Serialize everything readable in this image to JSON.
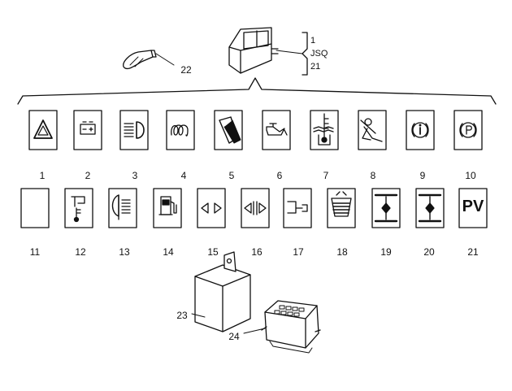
{
  "switch_labels": [
    "1",
    "JSQ",
    "21"
  ],
  "bulb_label": "22",
  "row1": [
    {
      "label": "1",
      "icon": "hazard-warning-icon"
    },
    {
      "label": "2",
      "icon": "battery-icon"
    },
    {
      "label": "3",
      "icon": "headlight-icon"
    },
    {
      "label": "4",
      "icon": "glow-plug-icon"
    },
    {
      "label": "5",
      "icon": "open-door-icon"
    },
    {
      "label": "6",
      "icon": "oil-pressure-icon"
    },
    {
      "label": "7",
      "icon": "coolant-temperature-icon"
    },
    {
      "label": "8",
      "icon": "seat-belt-icon"
    },
    {
      "label": "9",
      "icon": "info-icon"
    },
    {
      "label": "10",
      "icon": "parking-brake-icon"
    }
  ],
  "row2": [
    {
      "label": "11",
      "icon": "blank-icon"
    },
    {
      "label": "12",
      "icon": "oil-temperature-icon"
    },
    {
      "label": "13",
      "icon": "fog-light-icon"
    },
    {
      "label": "14",
      "icon": "fuel-pump-icon"
    },
    {
      "label": "15",
      "icon": "turn-signal-icon"
    },
    {
      "label": "16",
      "icon": "trailer-turn-signal-icon"
    },
    {
      "label": "17",
      "icon": "trailer-icon"
    },
    {
      "label": "18",
      "icon": "rear-window-heater-icon"
    },
    {
      "label": "19",
      "icon": "axle-lock-icon"
    },
    {
      "label": "20",
      "icon": "axle-differential-icon"
    },
    {
      "label": "21",
      "icon": "pv-icon",
      "text": "PV"
    }
  ],
  "relay_label": "23",
  "connector_label": "24"
}
